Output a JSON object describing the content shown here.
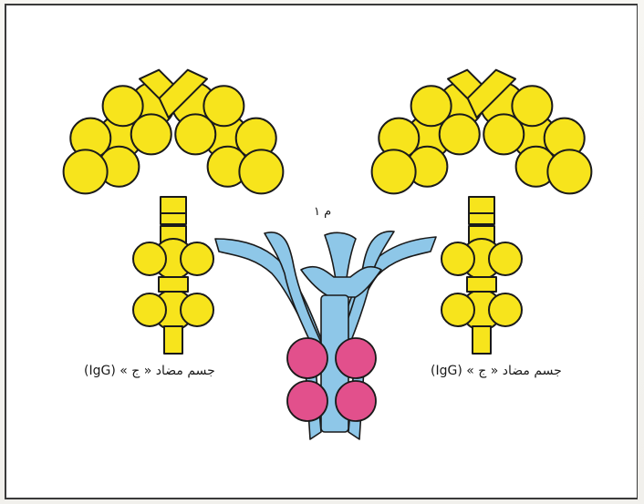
{
  "labels": {
    "left_antibody": "جسم مضاد « ج » (IgG)",
    "right_antibody": "جسم مضاد « ج » (IgG)",
    "center_molecule": "م ۱"
  },
  "colors": {
    "antibody_fill": "#f7e41c",
    "outline": "#1a1a1a",
    "receptor_fill": "#8ec7e8",
    "complement_fill": "#e2508c",
    "frame": "#3a3a3a"
  }
}
